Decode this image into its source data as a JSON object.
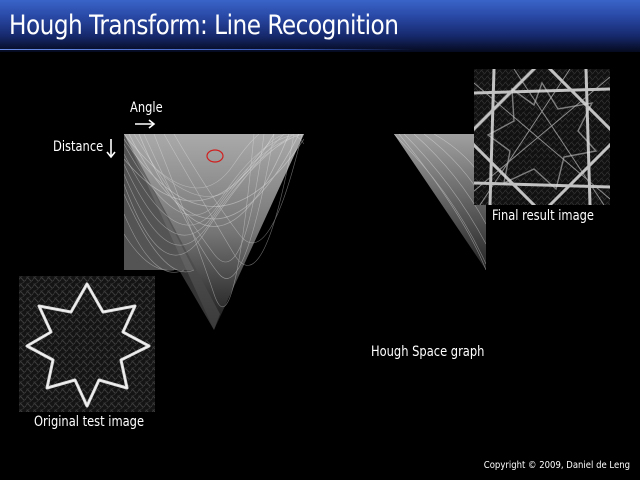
{
  "title": "Hough Transform: Line Recognition",
  "labels": {
    "angle": "Angle",
    "distance": "Distance",
    "final_result": "Final result image",
    "original": "Original test image",
    "hough_space": "Hough Space graph"
  },
  "copyright": "Copyright © 2009, Daniel de Leng",
  "icons": {
    "angle_arrow": "right-arrow",
    "distance_arrow": "down-arrow"
  },
  "colors": {
    "title_bar": "#2a4aa8",
    "background": "#000000",
    "highlight_circle": "#d02020"
  }
}
